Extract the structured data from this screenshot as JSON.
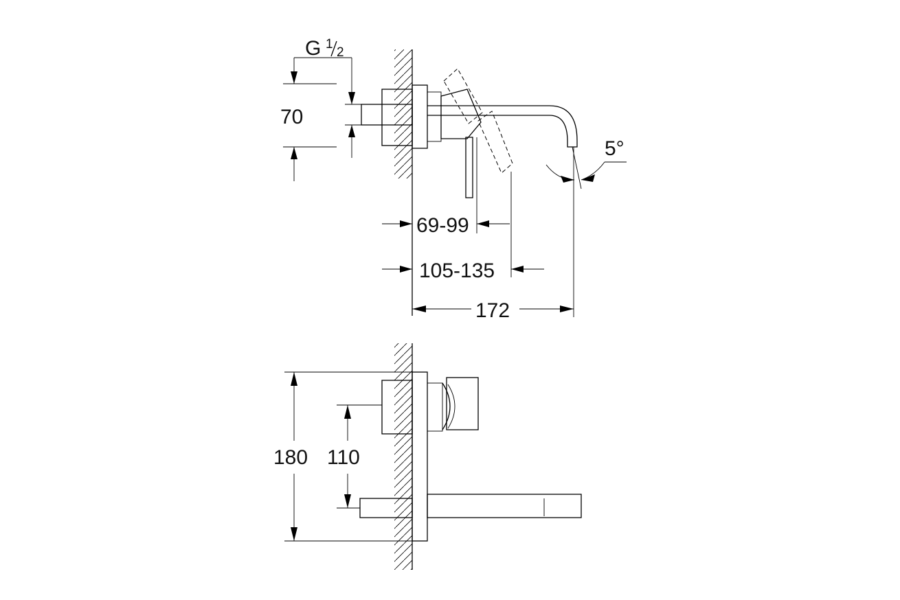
{
  "dimensions": {
    "connection_thread": "G",
    "connection_num": "1",
    "connection_den": "2",
    "inlet_height": "70",
    "depth_min_range": "69-99",
    "depth_max_range": "105-135",
    "projection": "172",
    "angle": "5°",
    "plate_height": "180",
    "outlet_spacing": "110"
  }
}
